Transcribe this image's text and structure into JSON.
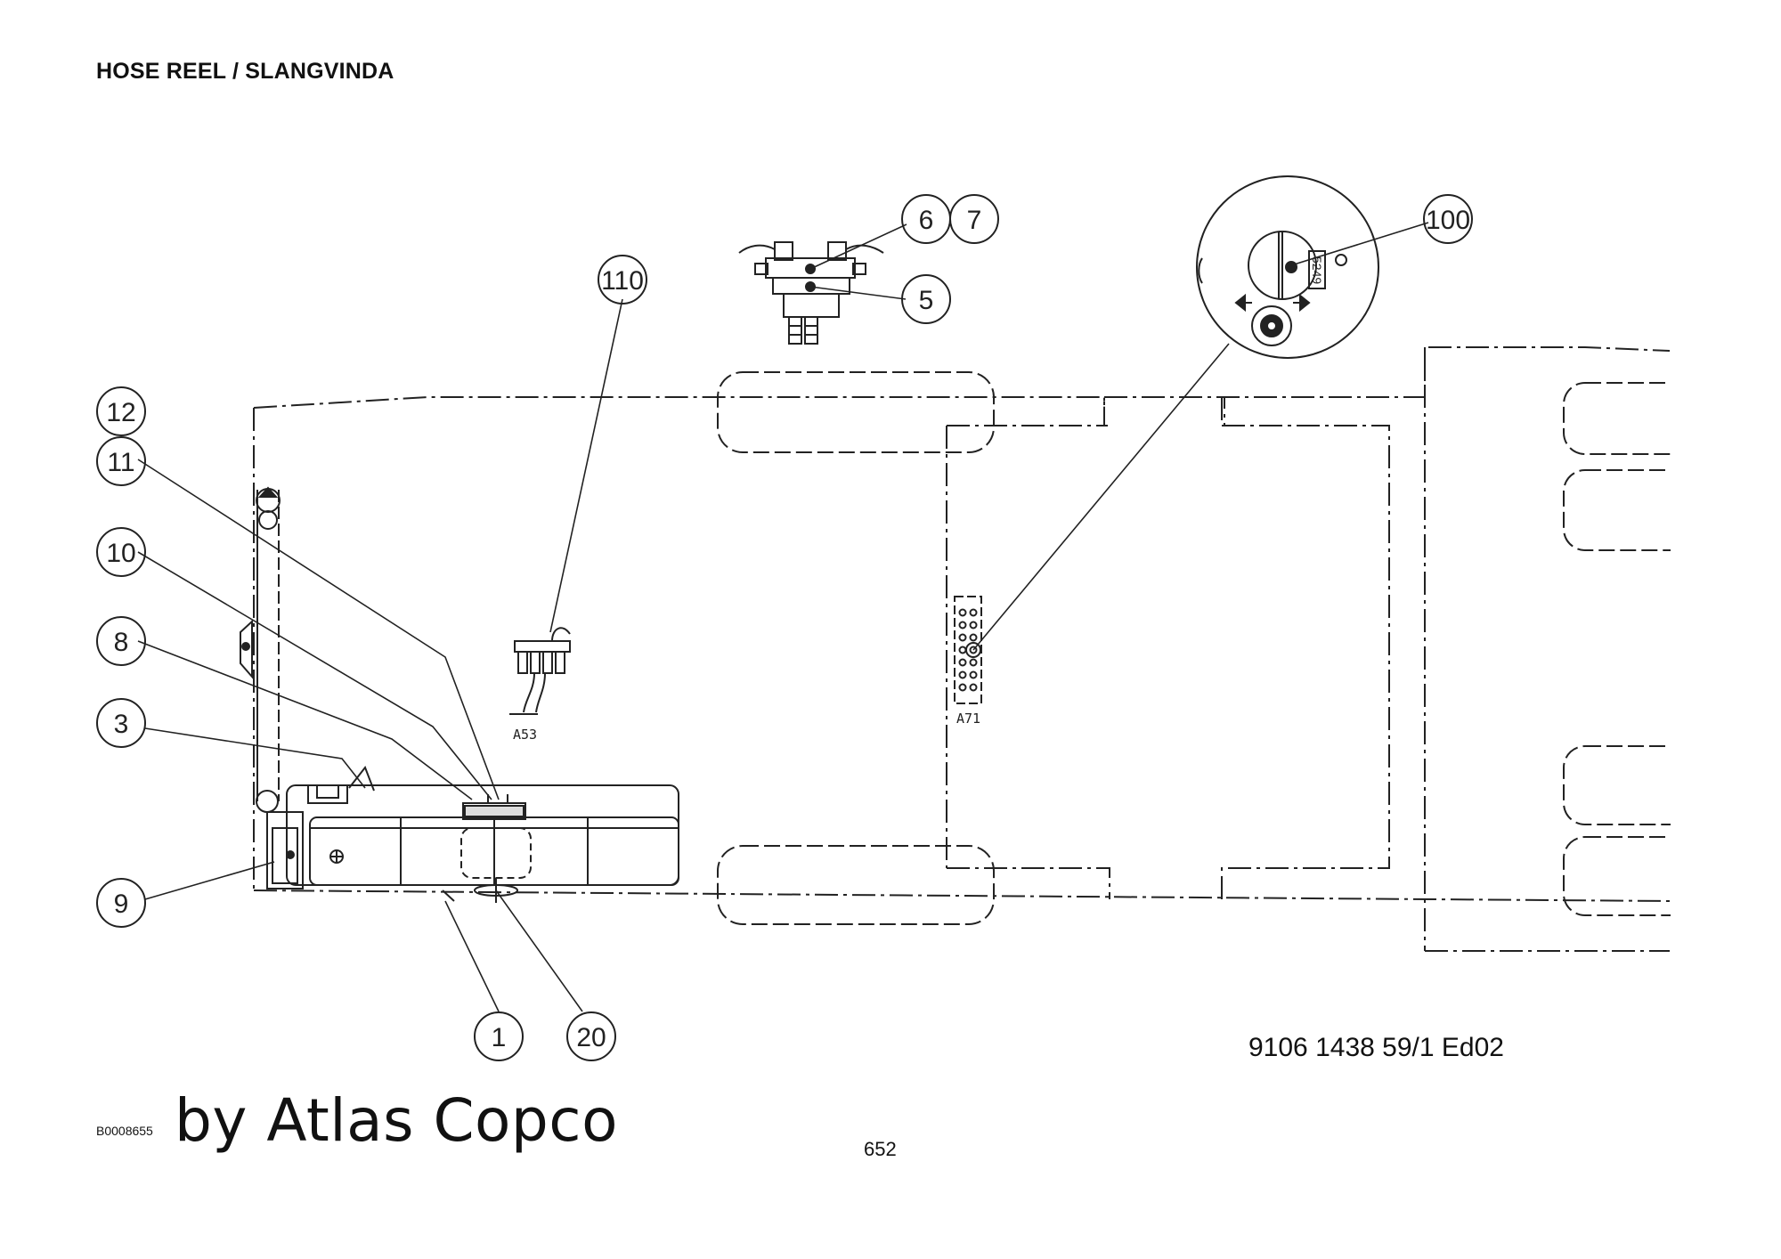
{
  "header": {
    "title": "HOSE REEL / SLANGVINDA"
  },
  "footer": {
    "document_number": "9106 1438 59/1  Ed02",
    "image_code": "B0008655",
    "brand": "by Atlas Copco",
    "page_number": "652"
  },
  "callouts": {
    "c1": "1",
    "c3": "3",
    "c5": "5",
    "c6": "6",
    "c7": "7",
    "c8": "8",
    "c9": "9",
    "c10": "10",
    "c11": "11",
    "c12": "12",
    "c20": "20",
    "c100": "100",
    "c110": "110"
  },
  "labels": {
    "a53": "A53",
    "a71": "A71",
    "detail_code": "5249"
  },
  "colors": {
    "line": "#222222",
    "background": "#ffffff"
  }
}
